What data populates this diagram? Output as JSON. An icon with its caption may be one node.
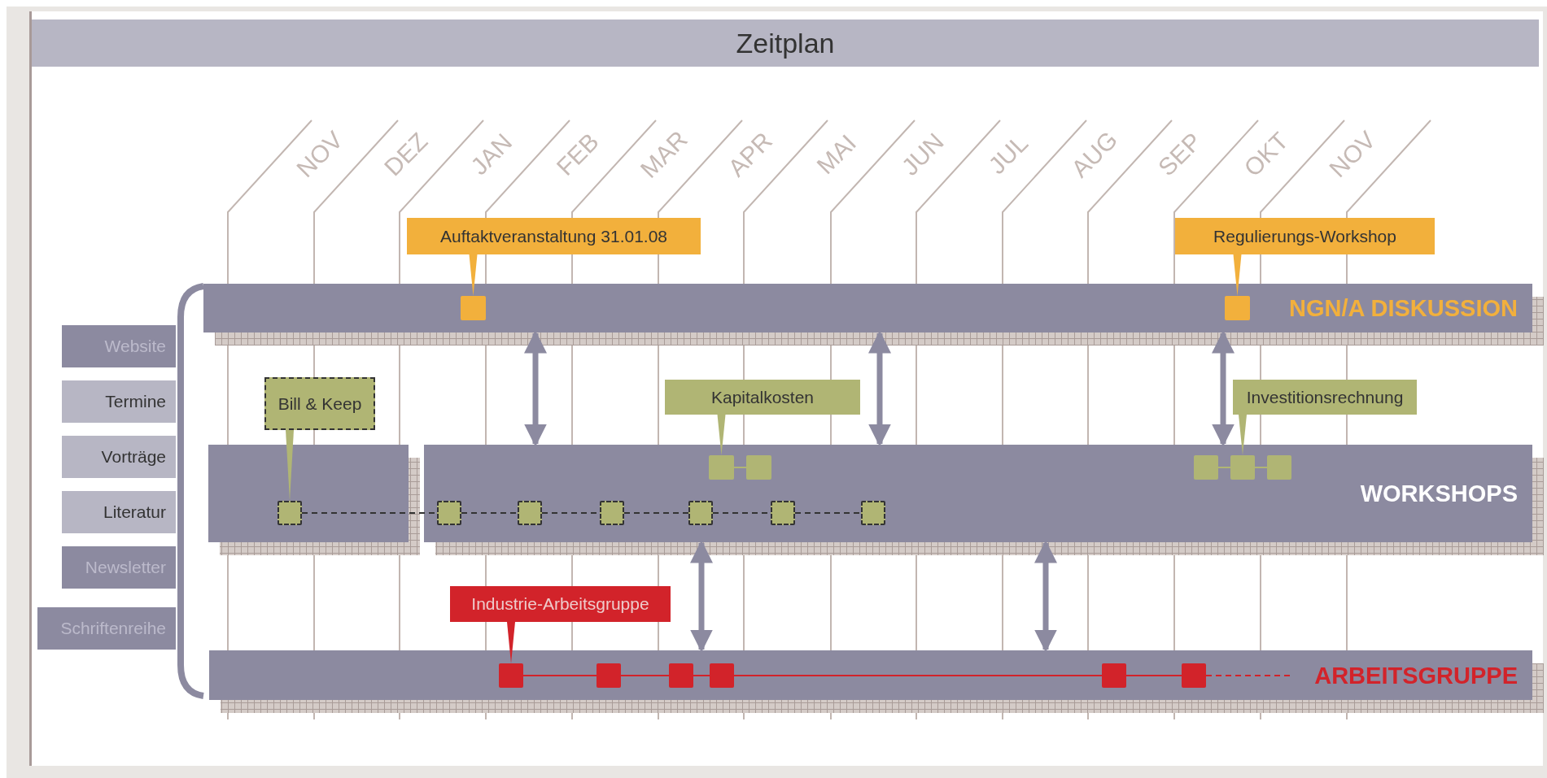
{
  "diagram": {
    "title": "Zeitplan",
    "nodes": [
      {
        "text": [
          "NGN/A DISKUSSION"
        ]
      },
      {
        "text": [],
        "shape": "bar"
      },
      {
        "text": [
          "WORKSHOPS"
        ]
      },
      {
        "text": [
          "ARBEITSGRUPPE"
        ]
      },
      {
        "text": [
          "Website"
        ]
      },
      {
        "text": [
          "Termine"
        ]
      },
      {
        "text": [
          "Vorträge"
        ]
      },
      {
        "text": [
          "Literatur"
        ]
      },
      {
        "text": [
          "Newsletter"
        ]
      },
      {
        "text": [
          "Schriftenreihe"
        ]
      },
      {
        "text": [
          "Auftaktveranstaltung 31.01.08"
        ]
      },
      {
        "text": [],
        "shape": "box",
        "in": 0
      },
      {
        "text": [
          "Regulierungs-Workshop"
        ]
      },
      {
        "text": [],
        "shape": "box",
        "in": 0
      },
      {
        "text": [
          "Bill & Keep"
        ]
      },
      {
        "text": [],
        "shape": "box",
        "in": 1
      },
      {
        "text": [],
        "shape": "box",
        "in": 2
      },
      {
        "text": [],
        "shape": "box",
        "in": 2
      },
      {
        "text": [],
        "shape": "box",
        "in": 2
      },
      {
        "text": [],
        "shape": "box",
        "in": 2
      },
      {
        "text": [],
        "shape": "box",
        "in": 2
      },
      {
        "text": [],
        "shape": "box",
        "in": 2
      },
      {
        "text": [
          "Kapitalkosten"
        ]
      },
      {
        "text": [],
        "shape": "box",
        "in": 2
      },
      {
        "text": [],
        "shape": "box",
        "in": 2
      },
      {
        "text": [
          "Investitionsrechnung"
        ]
      },
      {
        "text": [],
        "shape": "box",
        "in": 2
      },
      {
        "text": [],
        "shape": "box",
        "in": 2
      },
      {
        "text": [],
        "shape": "box",
        "in": 2
      },
      {
        "text": [
          "Industrie-Arbeitsgruppe"
        ]
      },
      {
        "text": [],
        "shape": "box",
        "in": 3
      },
      {
        "text": [],
        "shape": "box",
        "in": 3
      },
      {
        "text": [],
        "shape": "box",
        "in": 3
      },
      {
        "text": [],
        "shape": "box",
        "in": 3
      },
      {
        "text": [],
        "shape": "box",
        "in": 3
      },
      {
        "text": [],
        "shape": "box",
        "in": 3
      }
    ],
    "edges": [
      {
        "from": 10,
        "to": 11,
        "arrow": "none",
        "color": "#f2b03c"
      },
      {
        "from": 12,
        "to": 13,
        "arrow": "none",
        "color": "#f2b03c"
      },
      {
        "from": 14,
        "to": 15,
        "arrow": "none",
        "color": "#b0b574"
      },
      {
        "from": 22,
        "to": 23,
        "arrow": "none",
        "color": "#b0b574"
      },
      {
        "from": 25,
        "to": 27,
        "arrow": "none",
        "color": "#b0b574"
      },
      {
        "from": 29,
        "to": 30,
        "arrow": "none",
        "color": "#d2232a"
      },
      {
        "from": 15,
        "to": 16,
        "arrow": "none",
        "style": "dashed"
      },
      {
        "from": 16,
        "to": 17,
        "arrow": "none",
        "style": "dashed"
      },
      {
        "from": 17,
        "to": 18,
        "arrow": "none",
        "style": "dashed"
      },
      {
        "from": 18,
        "to": 19,
        "arrow": "none",
        "style": "dashed"
      },
      {
        "from": 19,
        "to": 20,
        "arrow": "none",
        "style": "dashed"
      },
      {
        "from": 20,
        "to": 21,
        "arrow": "none",
        "style": "dashed"
      },
      {
        "from": 23,
        "to": 24,
        "arrow": "none",
        "color": "#b0b574"
      },
      {
        "from": 26,
        "to": 27,
        "arrow": "none",
        "color": "#b0b574"
      },
      {
        "from": 27,
        "to": 28,
        "arrow": "none",
        "color": "#b0b574"
      },
      {
        "from": 30,
        "to": 31,
        "arrow": "none",
        "color": "#d2232a"
      },
      {
        "from": 31,
        "to": 32,
        "arrow": "none",
        "color": "#d2232a"
      },
      {
        "from": 32,
        "to": 33,
        "arrow": "none",
        "color": "#d2232a"
      },
      {
        "from": 33,
        "to": 34,
        "arrow": "none",
        "color": "#d2232a"
      },
      {
        "from": 34,
        "to": 35,
        "arrow": "none",
        "color": "#d2232a"
      },
      {
        "from": 35,
        "to": null,
        "arrow": "none",
        "style": "dashed",
        "color": "#d2232a"
      },
      {
        "from": 0,
        "to": 2,
        "arrow": "both",
        "style": "thick",
        "color": "#8c8aa0"
      },
      {
        "from": 0,
        "to": 2,
        "arrow": "both",
        "style": "thick",
        "color": "#8c8aa0"
      },
      {
        "from": 0,
        "to": 2,
        "arrow": "both",
        "style": "thick",
        "color": "#8c8aa0"
      },
      {
        "from": 2,
        "to": 3,
        "arrow": "both",
        "style": "thick",
        "color": "#8c8aa0"
      },
      {
        "from": 2,
        "to": 3,
        "arrow": "both",
        "style": "thick",
        "color": "#8c8aa0"
      }
    ],
    "labels": [
      "NOV",
      "DEZ",
      "JAN",
      "FEB",
      "MAR",
      "APR",
      "MAI",
      "JUN",
      "JUL",
      "AUG",
      "SEP",
      "OKT",
      "NOV"
    ]
  }
}
